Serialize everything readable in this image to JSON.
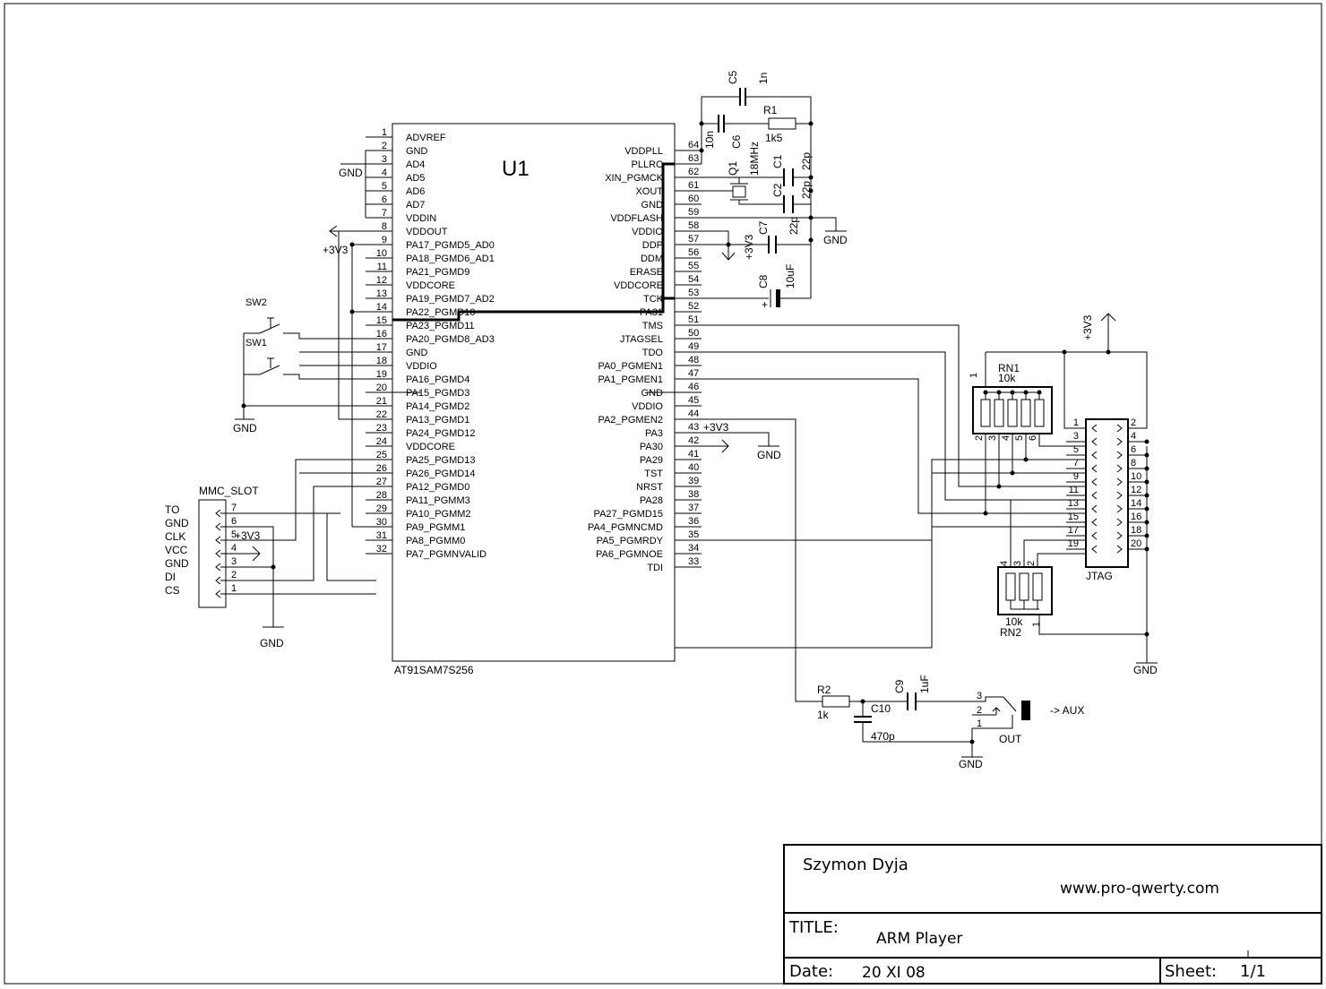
{
  "chip": {
    "ref": "U1",
    "part": "AT91SAM7S256",
    "left_pins": [
      {
        "n": "1",
        "name": "ADVREF"
      },
      {
        "n": "2",
        "name": "GND"
      },
      {
        "n": "3",
        "name": "AD4"
      },
      {
        "n": "4",
        "name": "AD5"
      },
      {
        "n": "5",
        "name": "AD6"
      },
      {
        "n": "6",
        "name": "AD7"
      },
      {
        "n": "7",
        "name": "VDDIN"
      },
      {
        "n": "8",
        "name": "VDDOUT"
      },
      {
        "n": "9",
        "name": "PA17_PGMD5_AD0"
      },
      {
        "n": "10",
        "name": "PA18_PGMD6_AD1"
      },
      {
        "n": "11",
        "name": "PA21_PGMD9"
      },
      {
        "n": "12",
        "name": "VDDCORE"
      },
      {
        "n": "13",
        "name": "PA19_PGMD7_AD2"
      },
      {
        "n": "14",
        "name": "PA22_PGMD10"
      },
      {
        "n": "15",
        "name": "PA23_PGMD11"
      },
      {
        "n": "16",
        "name": "PA20_PGMD8_AD3"
      },
      {
        "n": "17",
        "name": "GND"
      },
      {
        "n": "18",
        "name": "VDDIO"
      },
      {
        "n": "19",
        "name": "PA16_PGMD4"
      },
      {
        "n": "20",
        "name": "PA15_PGMD3"
      },
      {
        "n": "21",
        "name": "PA14_PGMD2"
      },
      {
        "n": "22",
        "name": "PA13_PGMD1"
      },
      {
        "n": "23",
        "name": "PA24_PGMD12"
      },
      {
        "n": "24",
        "name": "VDDCORE"
      },
      {
        "n": "25",
        "name": "PA25_PGMD13"
      },
      {
        "n": "26",
        "name": "PA26_PGMD14"
      },
      {
        "n": "27",
        "name": "PA12_PGMD0"
      },
      {
        "n": "28",
        "name": "PA11_PGMM3"
      },
      {
        "n": "29",
        "name": "PA10_PGMM2"
      },
      {
        "n": "30",
        "name": "PA9_PGMM1"
      },
      {
        "n": "31",
        "name": "PA8_PGMM0"
      },
      {
        "n": "32",
        "name": "PA7_PGMNVALID"
      }
    ],
    "right_pins": [
      {
        "n": "64",
        "name": "VDDPLL"
      },
      {
        "n": "63",
        "name": "PLLRC"
      },
      {
        "n": "62",
        "name": "XIN_PGMCK"
      },
      {
        "n": "61",
        "name": "XOUT"
      },
      {
        "n": "60",
        "name": "GND"
      },
      {
        "n": "59",
        "name": "VDDFLASH"
      },
      {
        "n": "58",
        "name": "VDDIO"
      },
      {
        "n": "57",
        "name": "DDP"
      },
      {
        "n": "56",
        "name": "DDM"
      },
      {
        "n": "55",
        "name": "ERASE"
      },
      {
        "n": "54",
        "name": "VDDCORE"
      },
      {
        "n": "53",
        "name": "TCK"
      },
      {
        "n": "52",
        "name": "PA31"
      },
      {
        "n": "51",
        "name": "TMS"
      },
      {
        "n": "50",
        "name": "JTAGSEL"
      },
      {
        "n": "49",
        "name": "TDO"
      },
      {
        "n": "48",
        "name": "PA0_PGMEN1"
      },
      {
        "n": "47",
        "name": "PA1_PGMEN1"
      },
      {
        "n": "46",
        "name": "GND"
      },
      {
        "n": "45",
        "name": "VDDIO"
      },
      {
        "n": "44",
        "name": "PA2_PGMEN2"
      },
      {
        "n": "43",
        "name": "PA3"
      },
      {
        "n": "42",
        "name": "PA30"
      },
      {
        "n": "41",
        "name": "PA29"
      },
      {
        "n": "40",
        "name": "TST"
      },
      {
        "n": "39",
        "name": "NRST"
      },
      {
        "n": "38",
        "name": "PA28"
      },
      {
        "n": "37",
        "name": "PA27_PGMD15"
      },
      {
        "n": "36",
        "name": "PA4_PGMNCMD"
      },
      {
        "n": "35",
        "name": "PA5_PGMRDY"
      },
      {
        "n": "34",
        "name": "PA6_PGMNOE"
      },
      {
        "n": "33",
        "name": "TDI"
      }
    ]
  },
  "nets": {
    "gnd": "GND",
    "v33": "+3V3"
  },
  "components": {
    "c5": {
      "ref": "C5",
      "val": "1n"
    },
    "c6": {
      "ref": "C6",
      "val": "10n"
    },
    "r1": {
      "ref": "R1",
      "val": "1k5"
    },
    "q1": {
      "ref": "Q1",
      "val": "18MHz"
    },
    "c1": {
      "ref": "C1",
      "val": "22p"
    },
    "c2": {
      "ref": "C2",
      "val": "22p"
    },
    "c7": {
      "ref": "C7",
      "val": "22p"
    },
    "c8": {
      "ref": "C8",
      "val": "10uF",
      "plus": "+"
    },
    "sw1": "SW1",
    "sw2": "SW2",
    "rn1": {
      "ref": "RN1",
      "val": "10k"
    },
    "rn2": {
      "ref": "RN2",
      "val": "10k"
    },
    "rn1_pins": [
      "1",
      "2",
      "3",
      "4",
      "5",
      "6"
    ],
    "rn2_pins": [
      "4",
      "3",
      "2",
      "1"
    ],
    "jtag": {
      "ref": "JTAG",
      "odd": [
        "1",
        "3",
        "5",
        "7",
        "9",
        "11",
        "13",
        "15",
        "17",
        "19"
      ],
      "even": [
        "2",
        "4",
        "6",
        "8",
        "10",
        "12",
        "14",
        "16",
        "18",
        "20"
      ]
    },
    "mmc": {
      "ref": "MMC_SLOT",
      "labels": [
        "TO",
        "GND",
        "CLK",
        "VCC",
        "GND",
        "DI",
        "CS"
      ],
      "pins": [
        "7",
        "6",
        "5",
        "4",
        "3",
        "2",
        "1"
      ]
    },
    "r2": {
      "ref": "R2",
      "val": "1k"
    },
    "c9": {
      "ref": "C9",
      "val": "1uF"
    },
    "c10": {
      "ref": "C10",
      "val": "470p"
    },
    "out": {
      "ref": "OUT",
      "arrow": "-> AUX",
      "pins": [
        "3",
        "2",
        "1"
      ]
    }
  },
  "title_block": {
    "author": "Szymon Dyja",
    "url": "www.pro-qwerty.com",
    "title_label": "TITLE:",
    "title": "ARM Player",
    "date_label": "Date:",
    "date": "20 XI 08",
    "sheet_label": "Sheet:",
    "sheet": "1/1"
  }
}
